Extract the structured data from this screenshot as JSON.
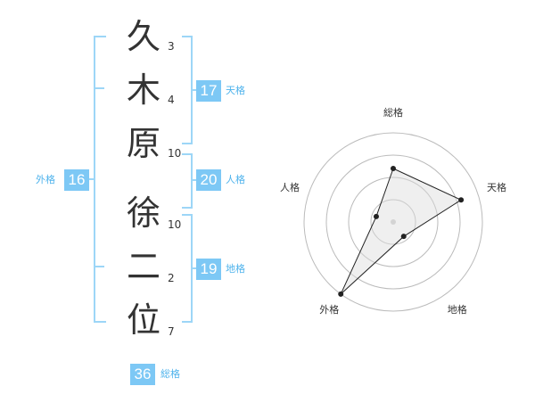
{
  "characters": [
    {
      "char": "久",
      "strokes": "3"
    },
    {
      "char": "木",
      "strokes": "4"
    },
    {
      "char": "原",
      "strokes": "10"
    },
    {
      "char": "徐",
      "strokes": "10"
    },
    {
      "char": "二",
      "strokes": "2"
    },
    {
      "char": "位",
      "strokes": "7"
    }
  ],
  "kaku": {
    "ten": {
      "label": "天格",
      "value": "17"
    },
    "jin": {
      "label": "人格",
      "value": "20"
    },
    "chi": {
      "label": "地格",
      "value": "19"
    },
    "gai": {
      "label": "外格",
      "value": "16"
    },
    "sou": {
      "label": "総格",
      "value": "36"
    }
  },
  "chart_data": {
    "type": "radar",
    "axes": [
      "総格",
      "天格",
      "地格",
      "外格",
      "人格"
    ],
    "values": [
      3,
      4,
      1,
      5,
      1
    ],
    "max": 5,
    "rings": 4
  }
}
